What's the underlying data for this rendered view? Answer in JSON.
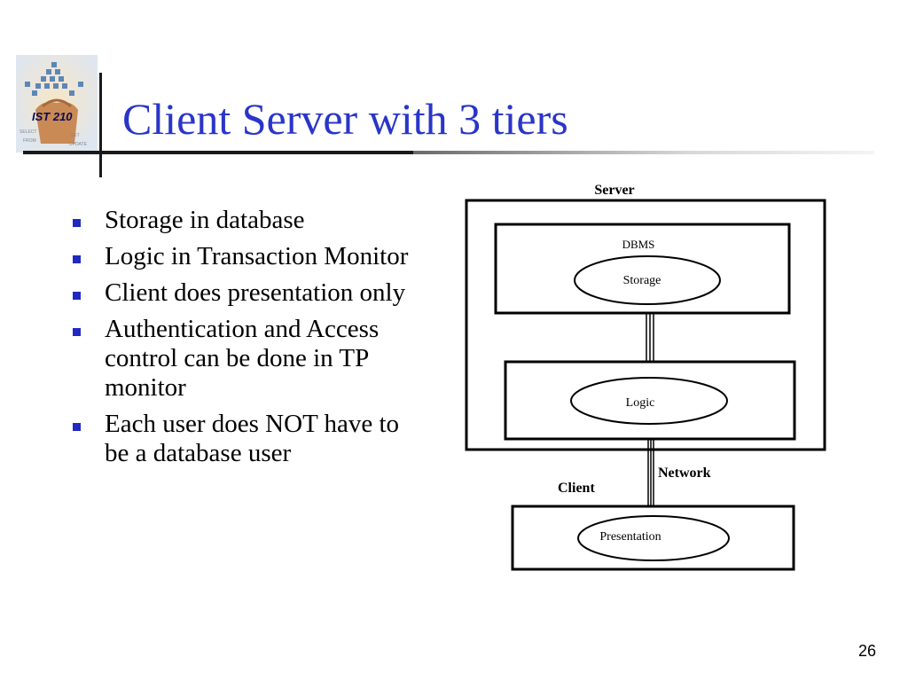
{
  "slide": {
    "title": "Client Server with 3 tiers",
    "logo_text": "IST 210",
    "page_number": "26"
  },
  "bullets": [
    {
      "text": "Storage in database"
    },
    {
      "text": "Logic in Transaction Monitor"
    },
    {
      "text": "Client does presentation only"
    },
    {
      "text": "Authentication and Access control can be done in TP monitor"
    },
    {
      "text": "Each user does NOT have to be a database user"
    }
  ],
  "diagram": {
    "server_label": "Server",
    "dbms_label": "DBMS",
    "storage_label": "Storage",
    "logic_label": "Logic",
    "network_label": "Network",
    "client_label": "Client",
    "presentation_label": "Presentation"
  },
  "colors": {
    "title": "#2a35c8",
    "bullet_marker": "#1f2ac0",
    "text": "#000000"
  }
}
